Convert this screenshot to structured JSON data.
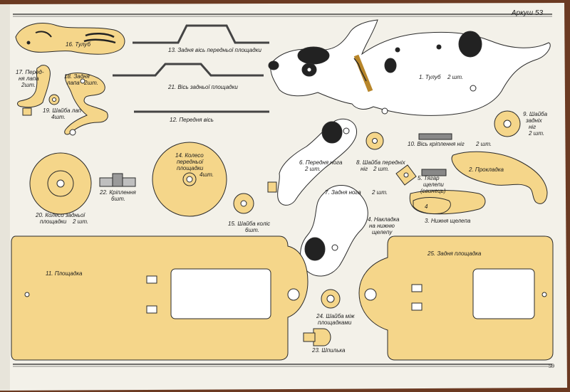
{
  "header": {
    "sheet_title": "Аркуш 53"
  },
  "footer": {
    "page_number": "59"
  },
  "colors": {
    "part_fill": "#f5d68a",
    "outline": "#2a2a2a",
    "paper": "#f3f1e9",
    "background": "#6b3a22"
  },
  "parts": {
    "p1": {
      "label": "1. Тулуб",
      "qty": "2 шт."
    },
    "p2": {
      "label": "2. Прокладка"
    },
    "p3": {
      "label": "3. Нижня щелепа"
    },
    "p4": {
      "label": "4. Накладка",
      "label2": "на нижню",
      "label3": "щелепу",
      "mark": "4"
    },
    "p5": {
      "label": "5. Тягар",
      "label2": "щелепи",
      "label3": "(свинець)"
    },
    "p6": {
      "label": "6. Передня нога",
      "qty": "2 шт."
    },
    "p7": {
      "label": "7. Задня нога",
      "qty": "2 шт."
    },
    "p8": {
      "label": "8. Шайба передніх",
      "label2": "ніг",
      "qty": "2 шт."
    },
    "p9": {
      "label": "9. Шайба",
      "label2": "задніх",
      "label3": "ніг",
      "qty": "2 шт."
    },
    "p10": {
      "label": "10. Вісь кріплення ніг",
      "qty": "2 шт."
    },
    "p11": {
      "label": "11. Площадка"
    },
    "p12": {
      "label": "12. Передня вісь"
    },
    "p13": {
      "label": "13. Задня вісь передньої площадки"
    },
    "p14": {
      "label": "14. Колесо",
      "label2": "передньої",
      "label3": "площадки",
      "qty": "4шт."
    },
    "p15": {
      "label": "15. Шайба коліс",
      "qty": "6шт."
    },
    "p16": {
      "label": "16. Тулуб"
    },
    "p17": {
      "label": "17. Перед-",
      "label2": "ня лапа",
      "qty": "2шт."
    },
    "p18": {
      "label": "18. Задня",
      "label2": "лапа",
      "qty": "2шт."
    },
    "p19": {
      "label": "19. Шайба лап",
      "qty": "4шт."
    },
    "p20": {
      "label": "20. Колесо задньої",
      "label2": "площадки",
      "qty": "2 шт."
    },
    "p21": {
      "label": "21. Вісь задньої площадки"
    },
    "p22": {
      "label": "22. Кріплення",
      "qty": "6шт."
    },
    "p23": {
      "label": "23. Шпилька"
    },
    "p24": {
      "label": "24. Шайба між",
      "label2": "площадками"
    },
    "p25": {
      "label": "25. Задня площадка"
    }
  }
}
